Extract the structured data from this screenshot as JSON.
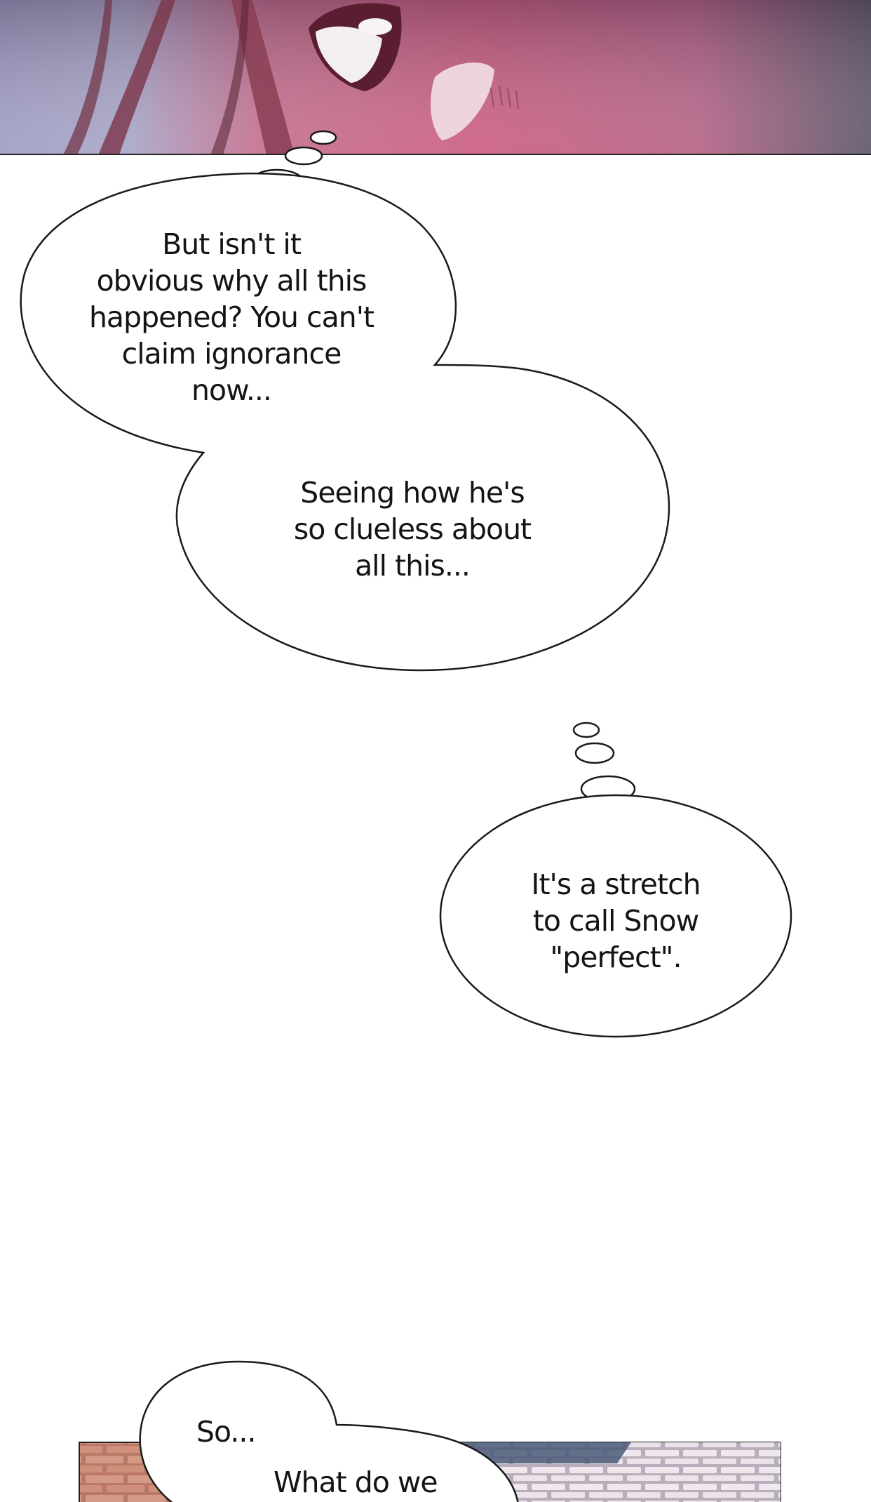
{
  "panels": {
    "top": {
      "description": "closeup of pink character face"
    },
    "bottom": {
      "description": "brick wall background"
    }
  },
  "bubbles": [
    {
      "id": "thought-1",
      "text": "But isn't it\nobvious why all this\nhappened? You can't\nclaim ignorance\nnow..."
    },
    {
      "id": "thought-2",
      "text": "Seeing how he's\nso clueless about\nall this..."
    },
    {
      "id": "thought-3",
      "text": "It's a stretch\nto call Snow\n\"perfect\"."
    },
    {
      "id": "speech-1",
      "text": "So..."
    },
    {
      "id": "speech-2",
      "text": "What do we"
    }
  ],
  "colors": {
    "panel_pink": "#c9557a",
    "panel_lilac": "#a9a4c4",
    "brick": "#c98e7a",
    "bubble_outline": "#1a1a1a",
    "text": "#141414"
  }
}
